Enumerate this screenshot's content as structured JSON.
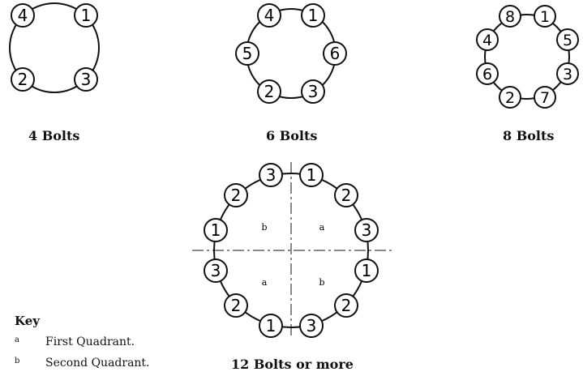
{
  "diagrams": [
    {
      "caption": "4 Bolts",
      "bolts": [
        "1",
        "3",
        "2",
        "4"
      ]
    },
    {
      "caption": "6 Bolts",
      "bolts": [
        "1",
        "6",
        "3",
        "2",
        "5",
        "4"
      ]
    },
    {
      "caption": "8 Bolts",
      "bolts": [
        "1",
        "5",
        "3",
        "7",
        "2",
        "6",
        "4",
        "8"
      ]
    },
    {
      "caption": "12 Bolts or more",
      "bolts": [
        "1",
        "2",
        "3",
        "1",
        "2",
        "3",
        "1",
        "2",
        "3",
        "1",
        "2",
        "3"
      ],
      "quadrant_labels": [
        "a",
        "b",
        "a",
        "b"
      ]
    }
  ],
  "key": {
    "title": "Key",
    "items": [
      {
        "symbol": "a",
        "text": "First Quadrant."
      },
      {
        "symbol": "b",
        "text": "Second Quadrant."
      }
    ]
  }
}
